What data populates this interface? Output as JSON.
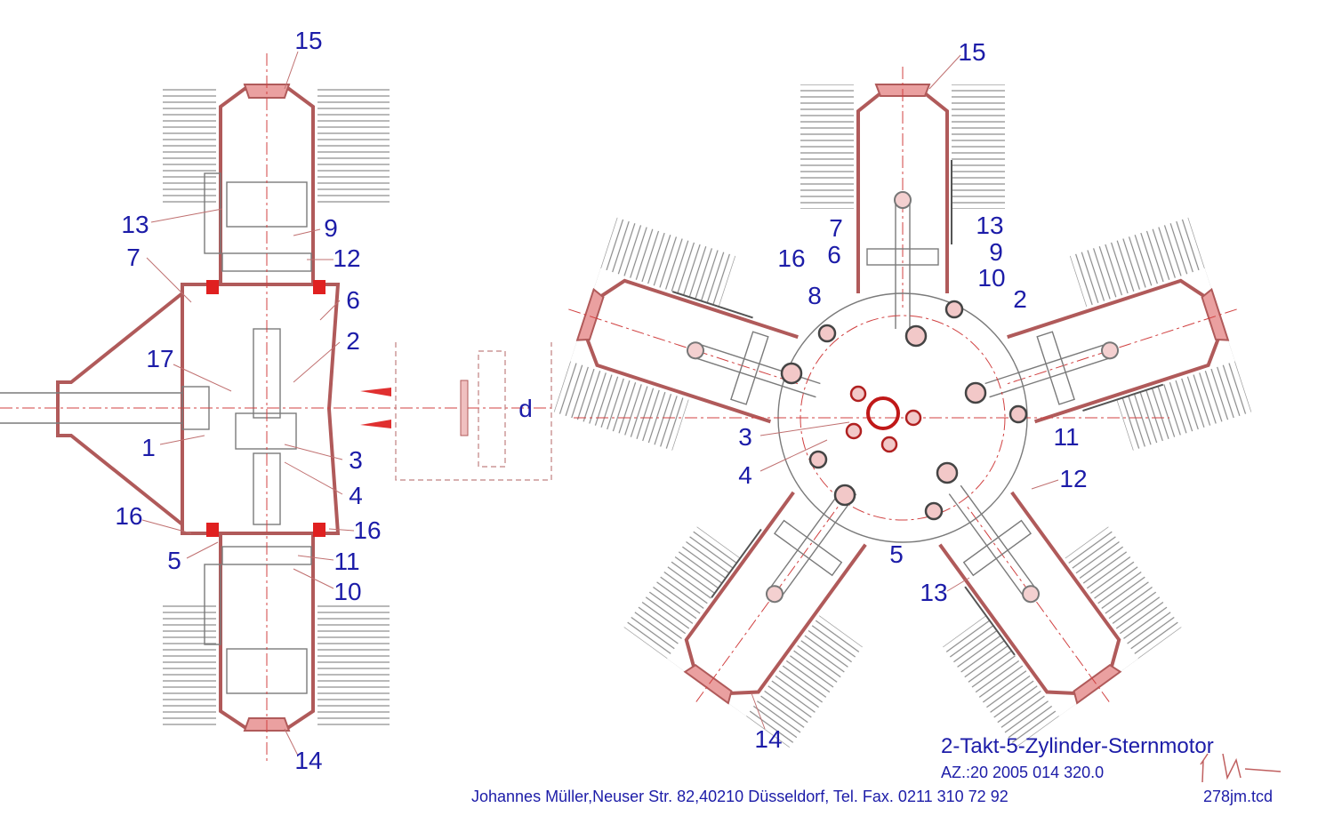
{
  "left_view": {
    "labels": [
      "15",
      "13",
      "9",
      "7",
      "12",
      "6",
      "2",
      "17",
      "1",
      "3",
      "4",
      "16",
      "16",
      "5",
      "11",
      "10",
      "14",
      "d"
    ]
  },
  "right_view": {
    "labels": [
      "15",
      "7",
      "13",
      "9",
      "16",
      "6",
      "10",
      "8",
      "2",
      "3",
      "11",
      "4",
      "12",
      "5",
      "13",
      "14"
    ]
  },
  "title_block": {
    "title": "2-Takt-5-Zylinder-Sternmotor",
    "az": "AZ.:20 2005 014 320.0",
    "address": "Johannes Müller,Neuser Str. 82,40210 Düsseldorf, Tel. Fax. 0211 310 72 92",
    "file": "278jm.tcd",
    "signature": "J. Müller"
  },
  "colors": {
    "label": "#1c1ca8",
    "section": "#b05a5a",
    "fill": "#eaa0a0"
  }
}
